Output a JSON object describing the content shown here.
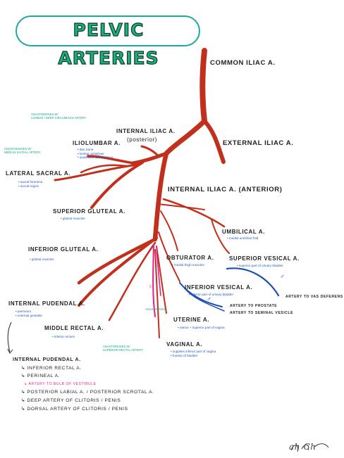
{
  "title": "PELVIC ARTERIES",
  "colors": {
    "artery": "#c0301c",
    "vein_blue": "#1b4fb2",
    "pink": "#e0208c",
    "teal": "#1fae7e",
    "note_blue": "#2a5cb8"
  },
  "labels": {
    "common_iliac": "COMMON ILIAC a.",
    "external_iliac": "EXTERNAL ILIAC a.",
    "internal_posterior": "INTERNAL ILIAC a.",
    "posterior_sub": "(posterior)",
    "internal_anterior": "INTERNAL ILIAC a. (anterior)",
    "iliolumbar": "ILIOLUMBAR a.",
    "lateral_sacral": "LATERAL SACRAL a.",
    "superior_gluteal": "SUPERIOR GLUTEAL a.",
    "inferior_gluteal": "INFERIOR GLUTEAL a.",
    "internal_pudendal": "INTERNAL PUDENDAL a.",
    "middle_rectal": "MIDDLE RECTAL a.",
    "umbilical": "UMBILICAL a.",
    "obturator": "OBTURATOR a.",
    "superior_vesical": "SUPERIOR VESICAL a.",
    "inferior_vesical": "INFERIOR VESICAL a.",
    "uterine": "UTERINE a.",
    "vaginal": "VAGINAL a.",
    "artery_vas": "ARTERY TO VAS DEFERENS",
    "artery_prostate": "ARTERY TO PROSTATE",
    "artery_seminal": "ARTERY TO SEMINAL VESICLE"
  },
  "notes": {
    "iliolumbar": [
      "• iliac bone",
      "• lumbar vertebrae",
      "• quadratus lumborum m."
    ],
    "lateral_sacral": [
      "• sacral foramina",
      "• sacral region"
    ],
    "superior_gluteal": "• gluteal muscles",
    "inferior_gluteal": "• gluteal muscles",
    "internal_pudendal": [
      "• perineum",
      "• external genitalia"
    ],
    "middle_rectal": "• inferior rectum",
    "umbilical": "• medial umbilical fold",
    "obturator": "• medial thigh muscles",
    "superior_vesical": "• superior part of urinary bladder",
    "inferior_vesical": "• inferior part of urinary bladder",
    "uterine": "• uterus + superior part of vagina",
    "vaginal": [
      "• supplies inferior part of vagina",
      "• fundus of bladder"
    ]
  },
  "anastomoses": {
    "top": [
      "ANASTOMOSES w/",
      "LUMBAR / DEEP CIRCUMFLEX ARTERY"
    ],
    "sacral": [
      "ANASTOMOSES w/",
      "MEDIAN SACRAL ARTERY"
    ],
    "uterine": "ANASTOMOSIS",
    "rectal": [
      "ANASTOMOSES w/",
      "SUPERIOR RECTAL ARTERY"
    ]
  },
  "symbols": {
    "male": "♂",
    "female": "♀"
  },
  "pudendal_list": {
    "heading": "INTERNAL PUDENDAL a.",
    "items": [
      "↳ INFERIOR RECTAL a.",
      "↳ PERINEAL a.",
      "↳ ARTERY TO BULB OF VESTIBULE",
      "↳ POSTERIOR LABIAL a. / POSTERIOR SCROTAL a.",
      "↳ DEEP ARTERY OF CLITORIS / PENIS",
      "↳ DORSAL ARTERY OF CLITORIS / PENIS"
    ]
  },
  "signature": "ah Ch"
}
